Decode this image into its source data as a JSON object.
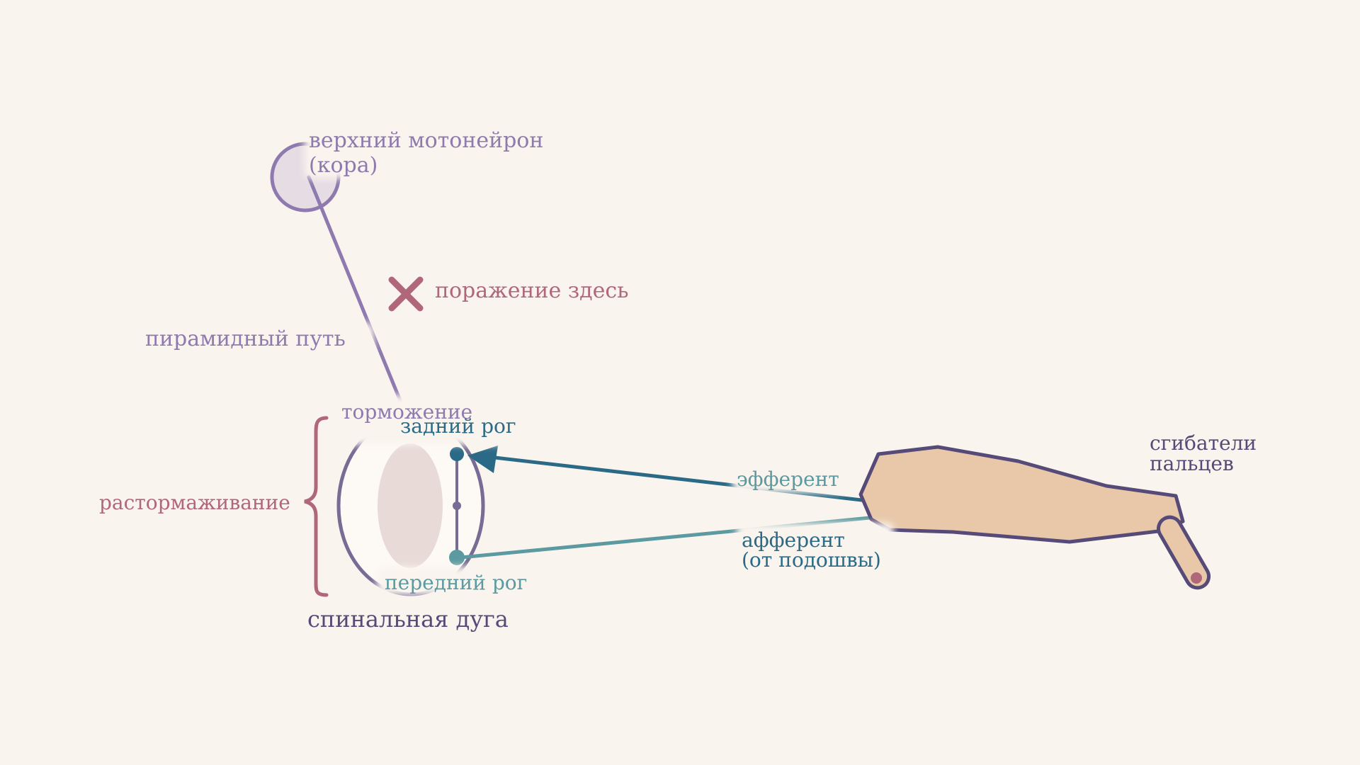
{
  "labels": {
    "umn_line1": "верхний мотонейрон",
    "umn_line2": "(кора)",
    "lesion": "поражение здесь",
    "pyramidal": "пирамидный путь",
    "inhibition": "торможение",
    "dorsal_horn": "задний рог",
    "disinhibition": "растормаживание",
    "efferent": "эфферент",
    "afferent_line1": "афферент",
    "afferent_line2": "(от подошвы)",
    "ventral_horn": "передний рог",
    "reflex_arc": "спинальная дуга",
    "flexors_line1": "сгибатели",
    "flexors_line2": "пальцев"
  },
  "icons": {
    "lesion": "x-mark-icon"
  },
  "colors": {
    "background": "#FAF4EE",
    "purple": "#8E7AAE",
    "rose": "#B0677A",
    "teal_dark": "#2B6A86",
    "teal_light": "#5A9AA0",
    "navy": "#554A78",
    "skin": "#E8C8A8",
    "grey_matter": "#E8DAD6"
  }
}
